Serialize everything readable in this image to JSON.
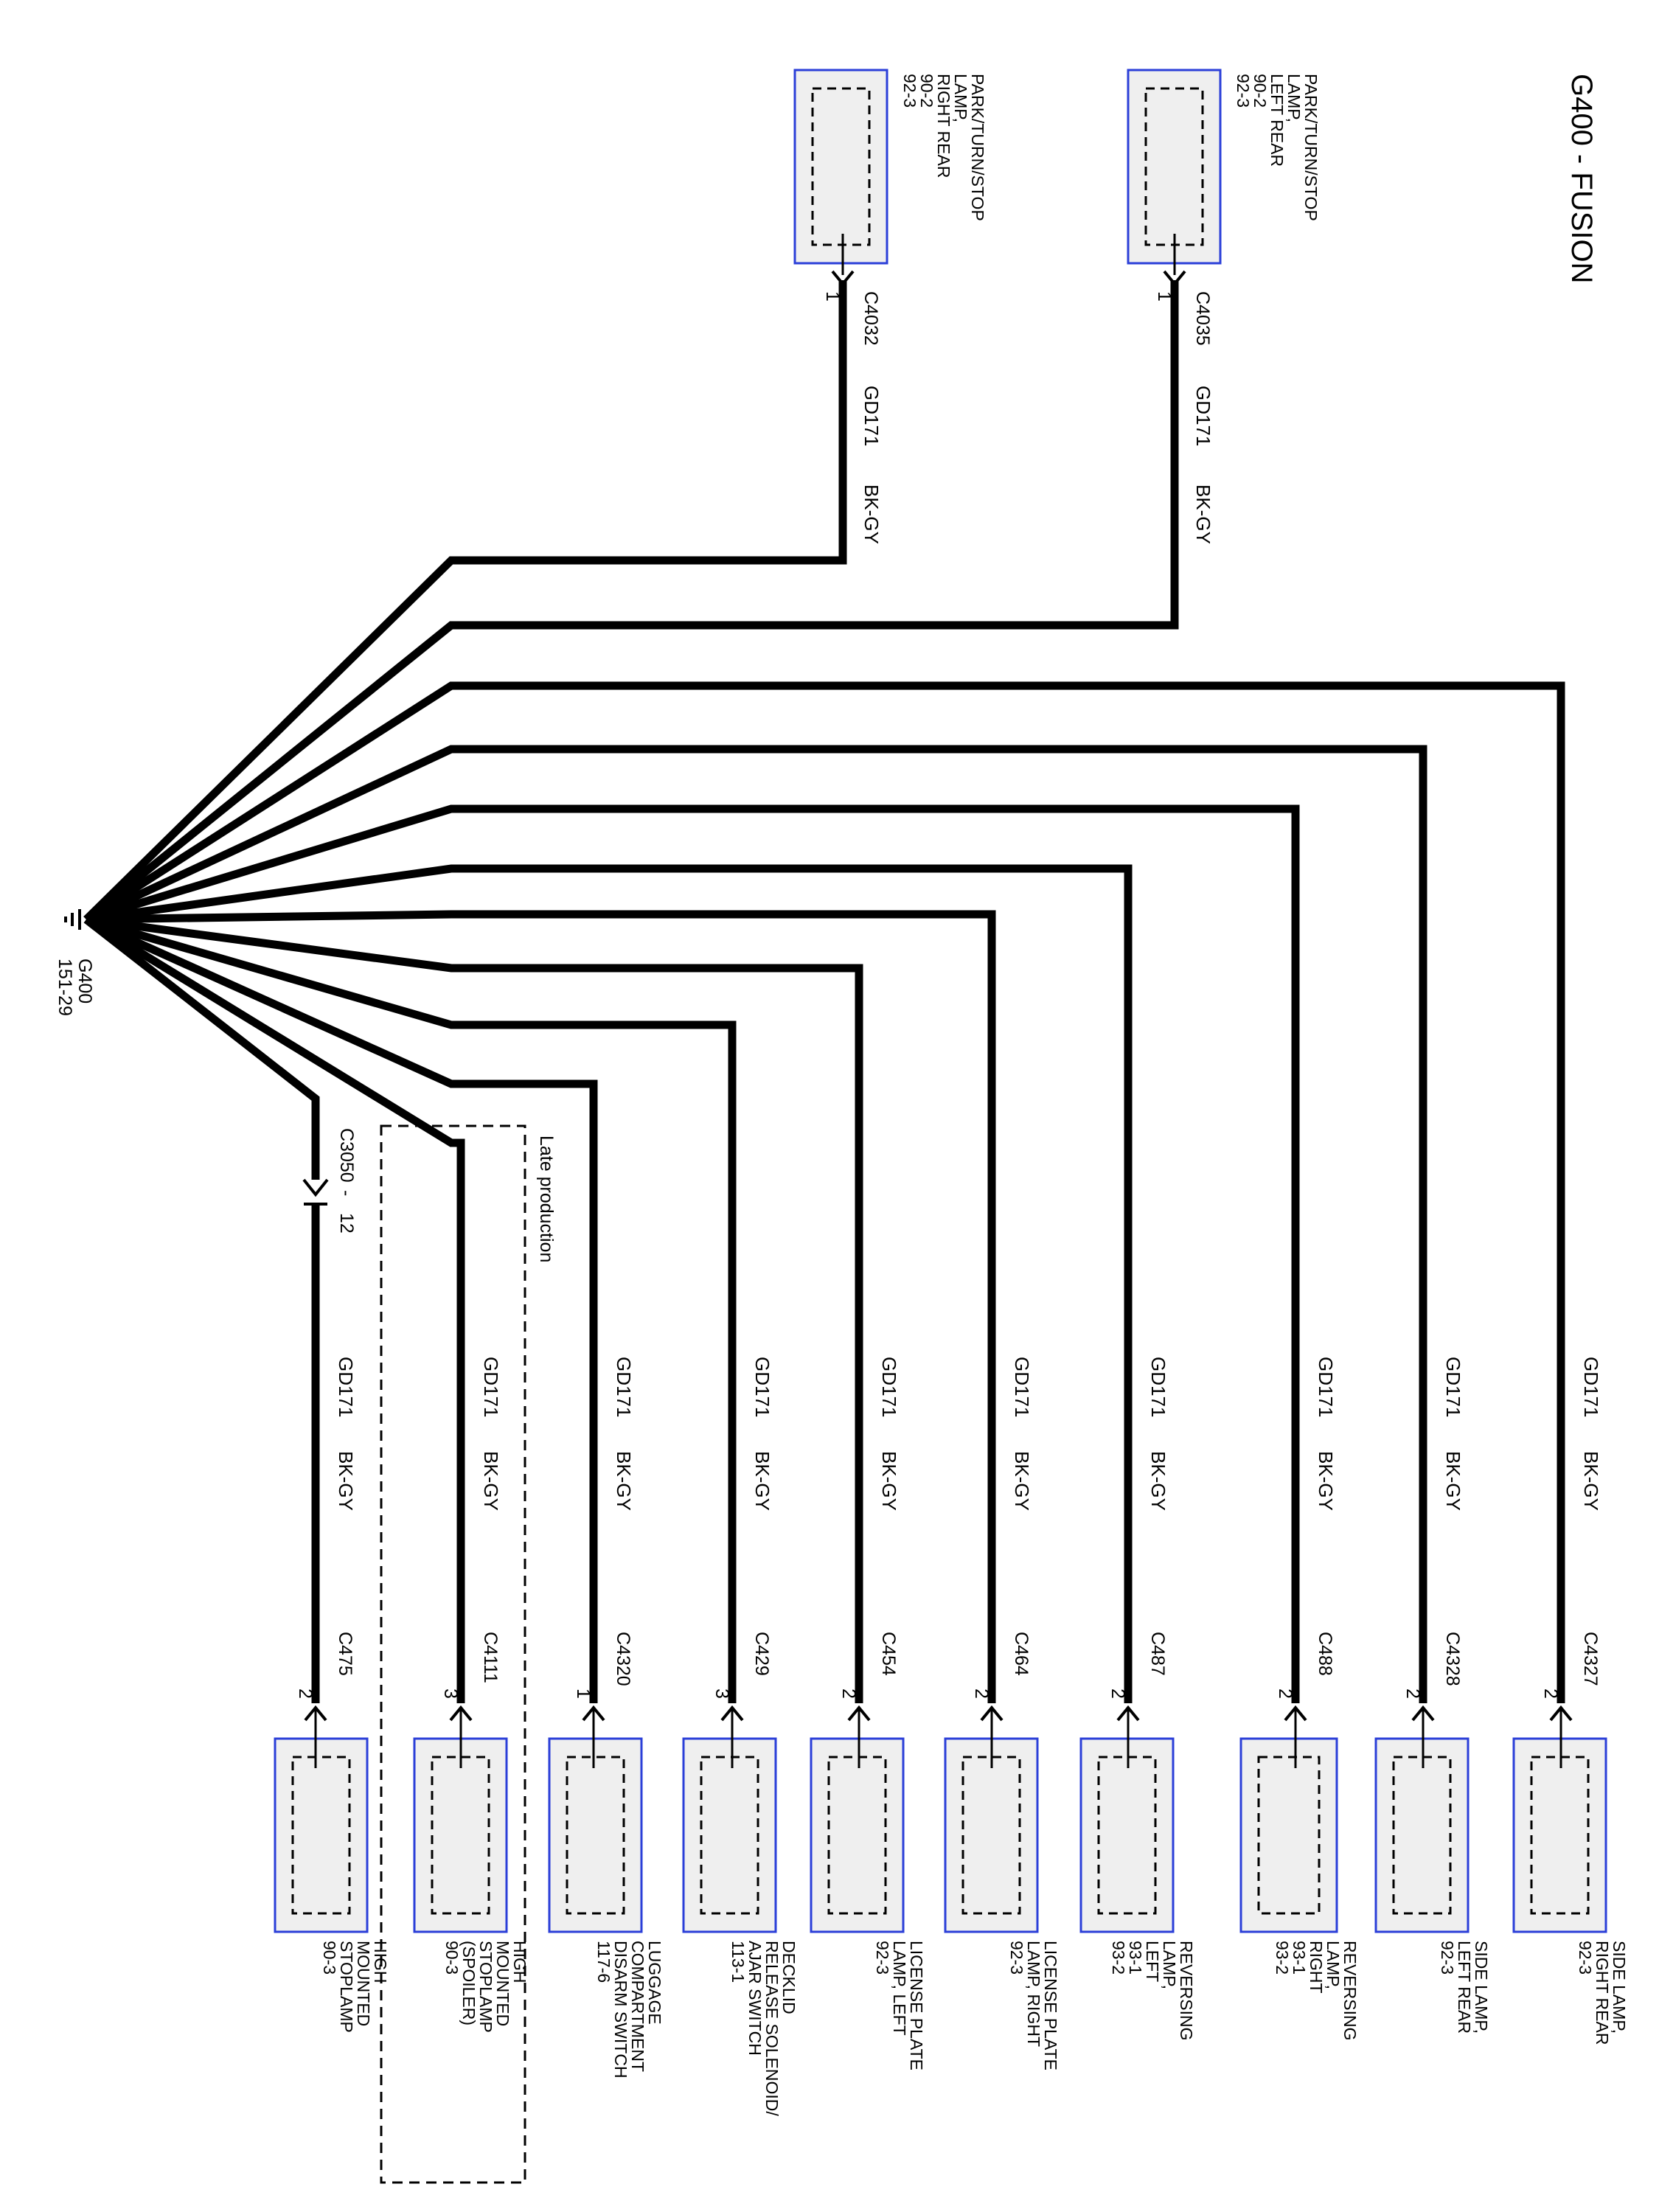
{
  "title": "G400 - FUSION",
  "ground": {
    "name": "G400",
    "ref": "151-29"
  },
  "note": "Late production",
  "inline_connector": {
    "name": "C3050",
    "pin": "12"
  },
  "top_components": [
    {
      "id": "lr",
      "name_lines": [
        "PARK/TURN/STOP",
        "LAMP,",
        "LEFT REAR",
        "90-2",
        "92-3"
      ],
      "connector": "C4035",
      "pin": "1",
      "wire": "GD171",
      "color": "BK-GY"
    },
    {
      "id": "rr",
      "name_lines": [
        "PARK/TURN/STOP",
        "LAMP,",
        "RIGHT REAR",
        "90-2",
        "92-3"
      ],
      "connector": "C4032",
      "pin": "1",
      "wire": "GD171",
      "color": "BK-GY"
    }
  ],
  "bottom_components": [
    {
      "id": "c4327",
      "name_lines": [
        "SIDE LAMP,",
        "RIGHT REAR",
        "92-3"
      ],
      "connector": "C4327",
      "pin": "2",
      "wire": "GD171",
      "color": "BK-GY"
    },
    {
      "id": "c4328",
      "name_lines": [
        "SIDE LAMP,",
        "LEFT REAR",
        "92-3"
      ],
      "connector": "C4328",
      "pin": "2",
      "wire": "GD171",
      "color": "BK-GY"
    },
    {
      "id": "c488",
      "name_lines": [
        "REVERSING",
        "LAMP,",
        "RIGHT",
        "93-1",
        "93-2"
      ],
      "connector": "C488",
      "pin": "2",
      "wire": "GD171",
      "color": "BK-GY"
    },
    {
      "id": "c487",
      "name_lines": [
        "REVERSING",
        "LAMP,",
        "LEFT",
        "93-1",
        "93-2"
      ],
      "connector": "C487",
      "pin": "2",
      "wire": "GD171",
      "color": "BK-GY"
    },
    {
      "id": "c464",
      "name_lines": [
        "LICENSE PLATE",
        "LAMP, RIGHT",
        "92-3"
      ],
      "connector": "C464",
      "pin": "2",
      "wire": "GD171",
      "color": "BK-GY"
    },
    {
      "id": "c454",
      "name_lines": [
        "LICENSE PLATE",
        "LAMP, LEFT",
        "92-3"
      ],
      "connector": "C454",
      "pin": "2",
      "wire": "GD171",
      "color": "BK-GY"
    },
    {
      "id": "c429",
      "name_lines": [
        "DECKLID",
        "RELEASE SOLENOID/",
        "AJAR SWITCH",
        "113-1"
      ],
      "connector": "C429",
      "pin": "3",
      "wire": "GD171",
      "color": "BK-GY"
    },
    {
      "id": "c4320",
      "name_lines": [
        "LUGGAGE",
        "COMPARTMENT",
        "DISARM SWITCH",
        "117-6"
      ],
      "connector": "C4320",
      "pin": "1",
      "wire": "GD171",
      "color": "BK-GY"
    },
    {
      "id": "c4111",
      "name_lines": [
        "HIGH",
        "MOUNTED",
        "STOPLAMP",
        "(SPOILER)",
        "90-3"
      ],
      "connector": "C4111",
      "pin": "3",
      "wire": "GD171",
      "color": "BK-GY"
    },
    {
      "id": "c475",
      "name_lines": [
        "HIGH",
        "MOUNTED",
        "STOPLAMP",
        "90-3"
      ],
      "connector": "C475",
      "pin": "2",
      "wire": "GD171",
      "color": "BK-GY"
    }
  ]
}
